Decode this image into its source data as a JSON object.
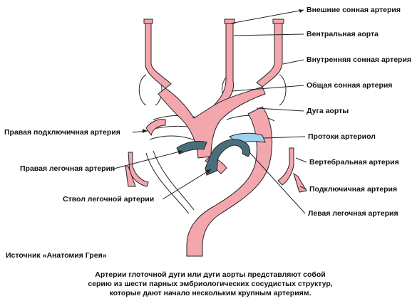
{
  "labels": {
    "external_carotid": "Внешние сонная артерия",
    "ventral_aorta": "Вентральная аорта",
    "internal_carotid": "Внутренняя сонная артерия",
    "common_carotid": "Общая сонная артерия",
    "aortic_arch": "Дуга аорты",
    "right_subclavian": "Правая подключичная артерия",
    "ductus_arteriosus": "Протоки артериол",
    "vertebral": "Вертебральная артерия",
    "right_pulmonary": "Правая легочная артерия",
    "subclavian": "Подключичная артерия",
    "pulmonary_trunk": "Ствол легочной артерии",
    "left_pulmonary": "Левая легочная артерия"
  },
  "source": "Источник «Анатомия Грея»",
  "caption": {
    "line1": "Артерии глоточной дуги или дуги аорты представляют собой",
    "line2": "серию из шести парных эмбриологических сосудистых структур,",
    "line3": "которые дают начало нескольким крупным артериям."
  },
  "colors": {
    "artery_fill": "#f4a6ad",
    "outline": "#222222",
    "pulmonary_fill": "#4b6e7c",
    "duct_fill": "#9fd1ec"
  }
}
